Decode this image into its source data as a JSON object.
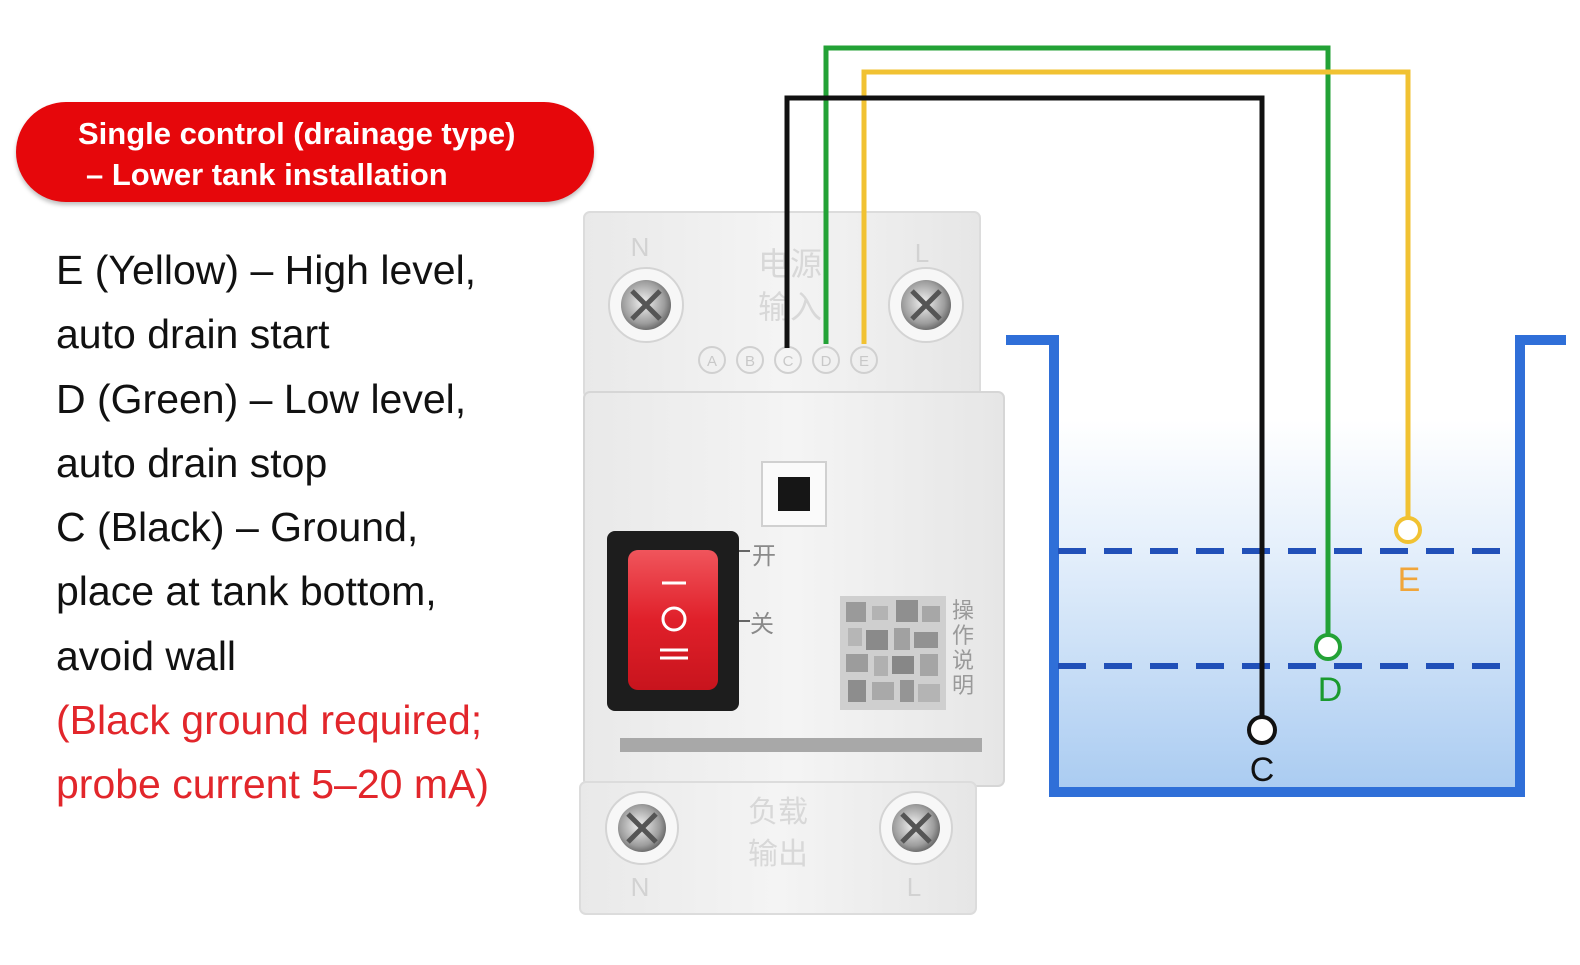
{
  "header": {
    "line1": "Single control (drainage type)",
    "line2": "– Lower tank installation"
  },
  "instructions": {
    "e_line1": "E (Yellow) – High level,",
    "e_line2": "auto drain start",
    "d_line1": "D (Green) – Low level,",
    "d_line2": "auto drain stop",
    "c_line1": "C (Black) – Ground,",
    "c_line2": "place at tank bottom,",
    "c_line3": "avoid wall",
    "note_line1": "(Black ground required;",
    "note_line2": "probe current 5–20 mA)"
  },
  "device": {
    "top_n": "N",
    "top_l": "L",
    "input_label_1": "电源",
    "input_label_2": "输入",
    "terminals": [
      "A",
      "B",
      "C",
      "D",
      "E"
    ],
    "switch_on": "开",
    "switch_off": "关",
    "manual_label": [
      "操",
      "作",
      "说",
      "明"
    ],
    "output_label_1": "负载",
    "output_label_2": "输出",
    "bottom_n": "N",
    "bottom_l": "L"
  },
  "probes": {
    "e": {
      "label": "E",
      "color": "#f0b21f"
    },
    "d": {
      "label": "D",
      "color": "#1a9a2e"
    },
    "c": {
      "label": "C",
      "color": "#111111"
    }
  },
  "colors": {
    "badge": "#e6070b",
    "note": "#e2262b",
    "tank": "#2f6fd8",
    "wire_yellow": "#f1c232",
    "wire_green": "#23a236",
    "wire_black": "#111111"
  }
}
